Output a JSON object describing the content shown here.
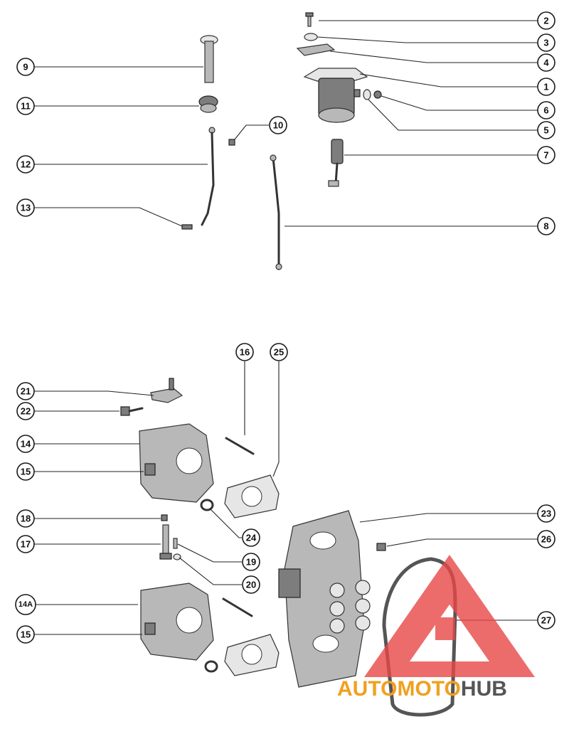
{
  "callouts": {
    "c2": "2",
    "c3": "3",
    "c4": "4",
    "c1": "1",
    "c6": "6",
    "c5": "5",
    "c7": "7",
    "c8": "8",
    "c9": "9",
    "c11": "11",
    "c10": "10",
    "c12": "12",
    "c13": "13",
    "c16": "16",
    "c25": "25",
    "c21": "21",
    "c22": "22",
    "c14": "14",
    "c15a": "15",
    "c18": "18",
    "c17": "17",
    "c19": "19",
    "c20": "20",
    "c24": "24",
    "c14A": "14A",
    "c15b": "15",
    "c23": "23",
    "c26": "26",
    "c27": "27"
  },
  "watermark": {
    "part1": "AUTO",
    "part2": "MOTO",
    "part3": "HUB",
    "color_red": "#e03030",
    "color_orange": "#f0a020",
    "color_gray": "#555555"
  }
}
